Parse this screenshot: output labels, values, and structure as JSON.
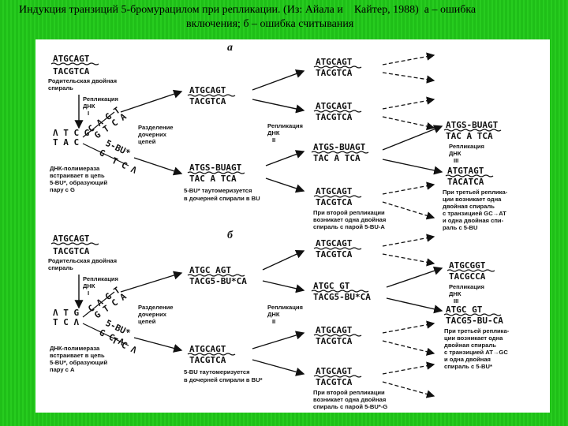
{
  "title": {
    "line1": "Индукция транзиций 5-бромурацилом при репликации. (Из: Айала и    Кайтер, 1988)  а – ошибка",
    "line2": "включения; б – ошибка считывания"
  },
  "panel_a": {
    "heading": "а",
    "parent_top": "ATGCAGT",
    "parent_bottom": "TACGTCA",
    "parent_label_1": "Родительская двойная",
    "parent_label_2": "спираль",
    "replication1_1": "Репликация",
    "replication1_2": "ДНК",
    "replication1_3": "I",
    "separation_1": "Разделение",
    "separation_2": "дочерних",
    "separation_3": "цепей",
    "fork_top": "Λ T  Ϲ G",
    "fork_bottom": "T A  C",
    "fork_diag_1": "C Λ G T",
    "fork_diag_2": "G T C A",
    "fork_bu": "5-BU*",
    "fork_low_1": "G",
    "fork_low_2": "T C Λ",
    "polymerase_1": "ДНК-полимераза",
    "polymerase_2": "встраивает в цепь",
    "polymerase_3": "5-BU*, образующий",
    "polymerase_4": "пару с G",
    "mid1_top": "ATGCAGT",
    "mid1_bottom": "TACGTCA",
    "mid2_top": "ATGCAGT",
    "mid2_bottom": "TACGTCA",
    "replication2_1": "Репликация",
    "replication2_2": "ДНК",
    "replication2_3": "II",
    "mid3_top": "ATGS-BUAGT",
    "mid3_bottom": "TAC A TCA",
    "tautomer_1": "5-BU* таутомеризуется",
    "tautomer_2": "в дочерней спирали в BU",
    "mid4_top": "ATGCAGT",
    "mid4_bottom": "TACGTCA",
    "second_rep_1": "При второй репликации",
    "second_rep_2": "возникает одна двойная",
    "second_rep_3": "спираль с парой 5-BU-A",
    "right1_top": "ATGS-BUAGT",
    "right1_bottom": "TAC A TCA",
    "replication3_1": "Репликация",
    "replication3_2": "ДНК",
    "replication3_3": "III",
    "right2_top": "ATGTAGT",
    "right2_bottom": "TACATCA",
    "third_rep_1": "При третьей реплика-",
    "third_rep_2": "ции возникает одна",
    "third_rep_3": "двойная спираль",
    "third_rep_4": "с транзицией GC→AT",
    "third_rep_5": "и одна двойная спи-",
    "third_rep_6": "раль с 5-BU"
  },
  "panel_b": {
    "heading": "б",
    "parent_top": "ATGCAGT",
    "parent_bottom": "TACGTCA",
    "parent_label_1": "Родительская двойная",
    "parent_label_2": "спираль",
    "replication1_1": "Репликация",
    "replication1_2": "ДНК",
    "replication1_3": "I",
    "separation_1": "Разделение",
    "separation_2": "дочерних",
    "separation_3": "цепей",
    "fork_top": "Λ T  G",
    "fork_bottom": "T C Λ",
    "fork_diag_1": "C Λ G T",
    "fork_diag_2": "G T C A",
    "fork_bu": "5-BU*",
    "fork_low_1": "G C Λ",
    "fork_low_2": "T C Λ",
    "polymerase_1": "ДНК-полимераза",
    "polymerase_2": "встраивает в цепь",
    "polymerase_3": "5-BU*, образующий",
    "polymerase_4": "пару с A",
    "mid1_top": "ATGCAGT",
    "mid1_bottom": "TACGTCA",
    "mid2_top": "ATGC AGT",
    "mid2_bottom": "TACG5-BU*CA",
    "replication2_1": "Репликация",
    "replication2_2": "ДНК",
    "replication2_3": "II",
    "mid3_top": "ATGC GT",
    "mid3_bottom": "TACG5-BU*CA",
    "tautomer_1": "5-BU таутомеризуется",
    "tautomer_2": "в дочерней спирали в BU*",
    "mid4_top": "ATGCAGT",
    "mid4_bottom": "TACGTCA",
    "second_rep_1": "При второй репликации",
    "second_rep_2": "возникает одна двойная",
    "second_rep_3": "спираль с парой 5-BU*-G",
    "right1_top": "ATGCGGT",
    "right1_bottom": "TACGCCA",
    "replication3_1": "Репликация",
    "replication3_2": "ДНК",
    "replication3_3": "III",
    "right2_top": "ATGC GT",
    "right2_bottom": "TACG5-BU-CA",
    "third_rep_1": "При третьей реплика-",
    "third_rep_2": "ции возникает одна",
    "third_rep_3": "двойная спираль",
    "third_rep_4": "с транзицией AT→GC",
    "third_rep_5": "и одна двойная",
    "third_rep_6": "спираль с 5-BU*"
  }
}
